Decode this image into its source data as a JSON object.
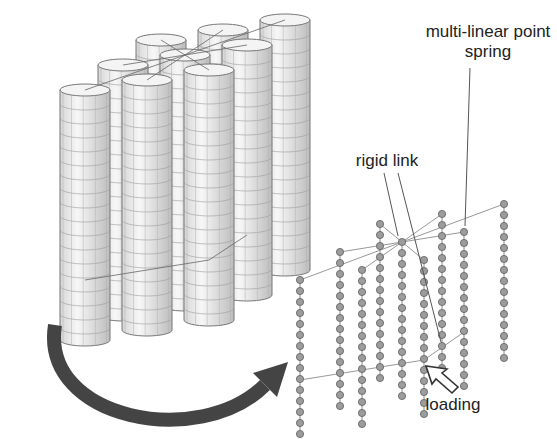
{
  "diagram": {
    "labels": [
      "multi-linear point spring",
      "rigid link",
      "loading"
    ]
  }
}
